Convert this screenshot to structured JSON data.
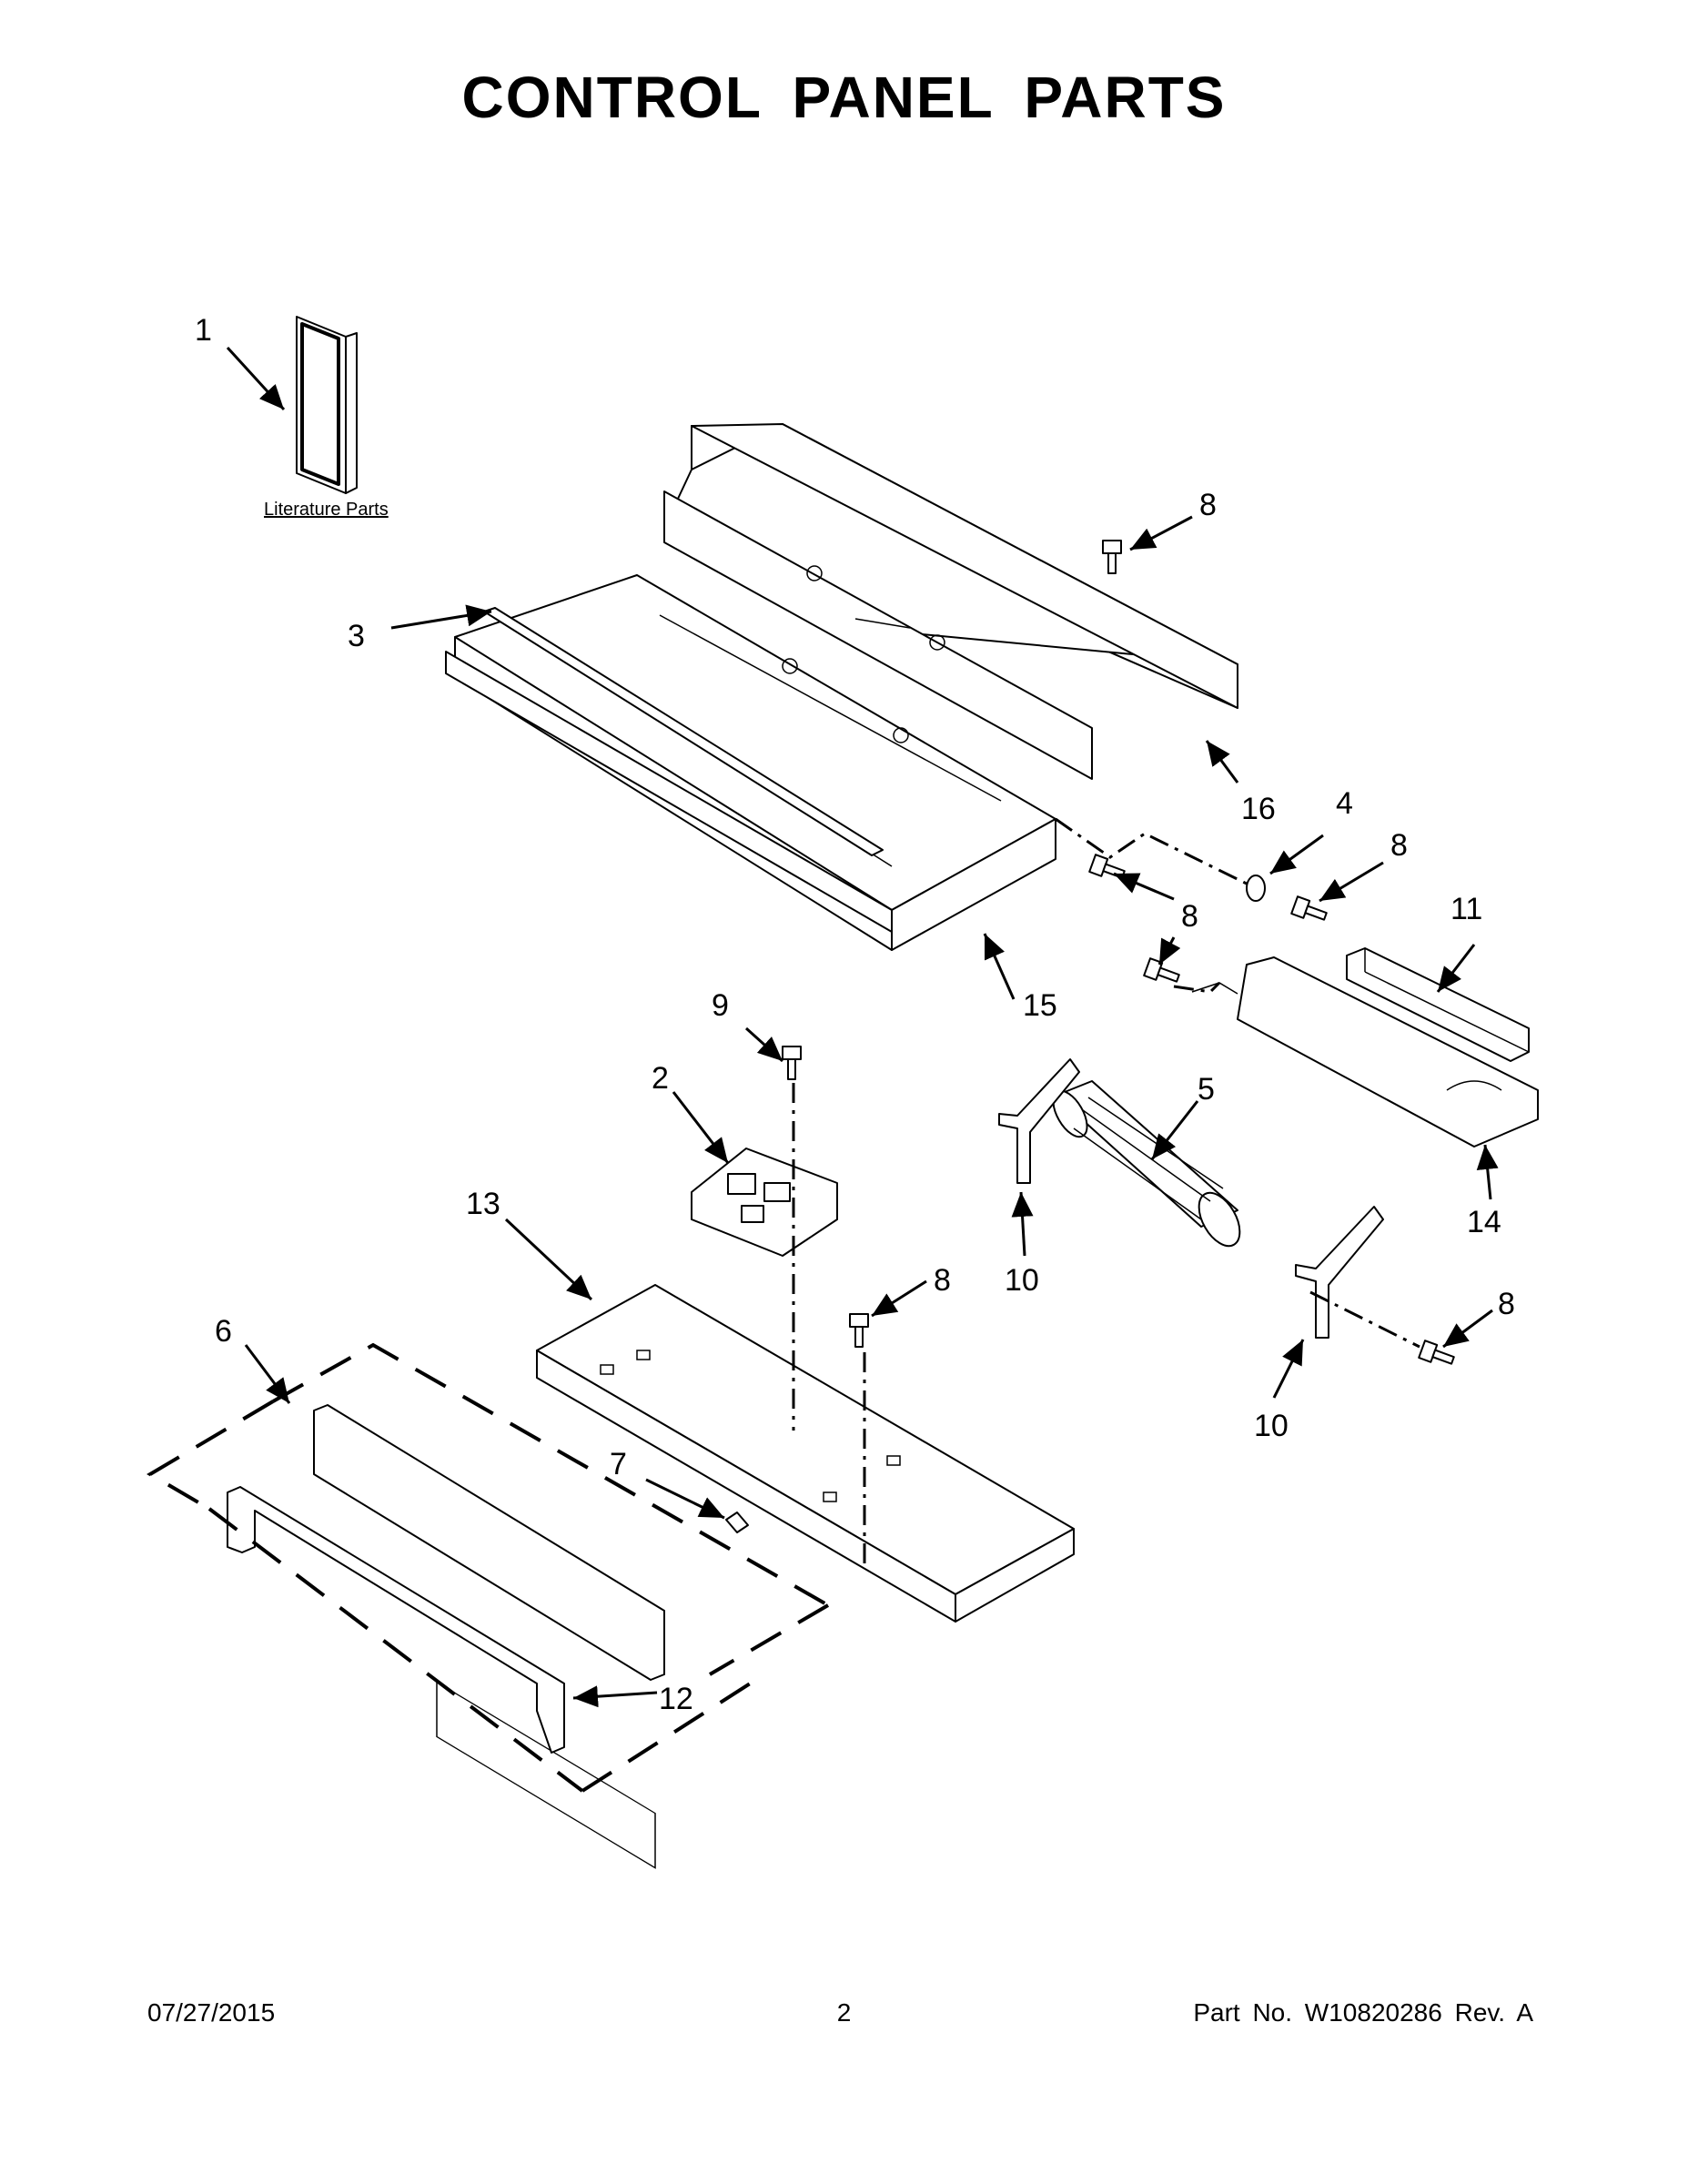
{
  "header": {
    "title": "CONTROL PANEL PARTS"
  },
  "diagram": {
    "literature_label": "Literature Parts",
    "callouts": [
      "1",
      "3",
      "8",
      "16",
      "4",
      "8",
      "8",
      "11",
      "15",
      "9",
      "2",
      "13",
      "5",
      "10",
      "14",
      "8",
      "6",
      "8",
      "10",
      "7",
      "12"
    ]
  },
  "footer": {
    "date": "07/27/2015",
    "page_number": "2",
    "part_number": "Part No.  W10820286  Rev.  A"
  }
}
